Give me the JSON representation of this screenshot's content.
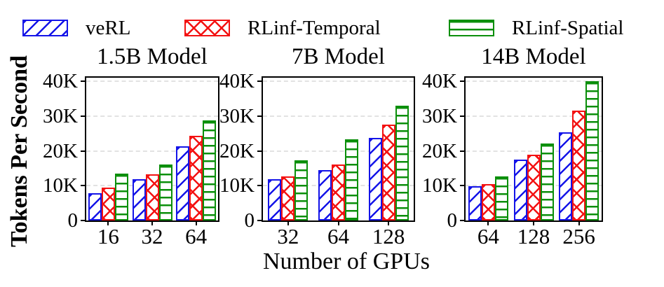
{
  "figure": {
    "ylabel": "Tokens Per Second",
    "xlabel": "Number of GPUs"
  },
  "legend": {
    "items": [
      {
        "label": "veRL",
        "color": "#1414e8",
        "hatch": "diagonal"
      },
      {
        "label": "RLinf-Temporal",
        "color": "#f31212",
        "hatch": "cross"
      },
      {
        "label": "RLinf-Spatial",
        "color": "#0b8f0b",
        "hatch": "horizontal"
      }
    ]
  },
  "colors": {
    "veRL": "#1414e8",
    "RLinf-Temporal": "#f31212",
    "RLinf-Spatial": "#0b8f0b",
    "gridline": "#e2e2e2",
    "axis": "#000000"
  },
  "chart_data": [
    {
      "type": "bar",
      "title": "1.5B Model",
      "categories": [
        "16",
        "32",
        "64"
      ],
      "series": [
        {
          "name": "veRL",
          "color": "#1414e8",
          "hatch": "diagonal",
          "values": [
            7900,
            11800,
            21300
          ]
        },
        {
          "name": "RLinf-Temporal",
          "color": "#f31212",
          "hatch": "cross",
          "values": [
            9500,
            13300,
            24300
          ]
        },
        {
          "name": "RLinf-Spatial",
          "color": "#0b8f0b",
          "hatch": "horizontal",
          "values": [
            13500,
            16000,
            28800
          ]
        }
      ],
      "xlabel": "Number of GPUs",
      "ylabel": "Tokens Per Second",
      "ylim": [
        0,
        41000
      ],
      "ytick_values": [
        0,
        10000,
        20000,
        30000,
        40000
      ],
      "ytick_labels": [
        "0",
        "10K",
        "20K",
        "30K",
        "40K"
      ],
      "grid": "horizontal-dashed",
      "legend_position": "figure-top"
    },
    {
      "type": "bar",
      "title": "7B Model",
      "categories": [
        "32",
        "64",
        "128"
      ],
      "series": [
        {
          "name": "veRL",
          "color": "#1414e8",
          "hatch": "diagonal",
          "values": [
            11800,
            14400,
            23700
          ]
        },
        {
          "name": "RLinf-Temporal",
          "color": "#f31212",
          "hatch": "cross",
          "values": [
            12600,
            16000,
            27500
          ]
        },
        {
          "name": "RLinf-Spatial",
          "color": "#0b8f0b",
          "hatch": "horizontal",
          "values": [
            17300,
            23300,
            33000
          ]
        }
      ],
      "xlabel": "Number of GPUs",
      "ylabel": "Tokens Per Second",
      "ylim": [
        0,
        41000
      ],
      "ytick_values": [
        0,
        10000,
        20000,
        30000,
        40000
      ],
      "ytick_labels": [
        "0",
        "10K",
        "20K",
        "30K",
        "40K"
      ],
      "grid": "horizontal-dashed",
      "legend_position": "figure-top"
    },
    {
      "type": "bar",
      "title": "14B Model",
      "categories": [
        "64",
        "128",
        "256"
      ],
      "series": [
        {
          "name": "veRL",
          "color": "#1414e8",
          "hatch": "diagonal",
          "values": [
            9900,
            17400,
            25400
          ]
        },
        {
          "name": "RLinf-Temporal",
          "color": "#f31212",
          "hatch": "cross",
          "values": [
            10500,
            18900,
            31500
          ]
        },
        {
          "name": "RLinf-Spatial",
          "color": "#0b8f0b",
          "hatch": "horizontal",
          "values": [
            12700,
            22200,
            39900
          ]
        }
      ],
      "xlabel": "Number of GPUs",
      "ylabel": "Tokens Per Second",
      "ylim": [
        0,
        41000
      ],
      "ytick_values": [
        0,
        10000,
        20000,
        30000,
        40000
      ],
      "ytick_labels": [
        "0",
        "10K",
        "20K",
        "30K",
        "40K"
      ],
      "grid": "horizontal-dashed",
      "legend_position": "figure-top"
    }
  ]
}
